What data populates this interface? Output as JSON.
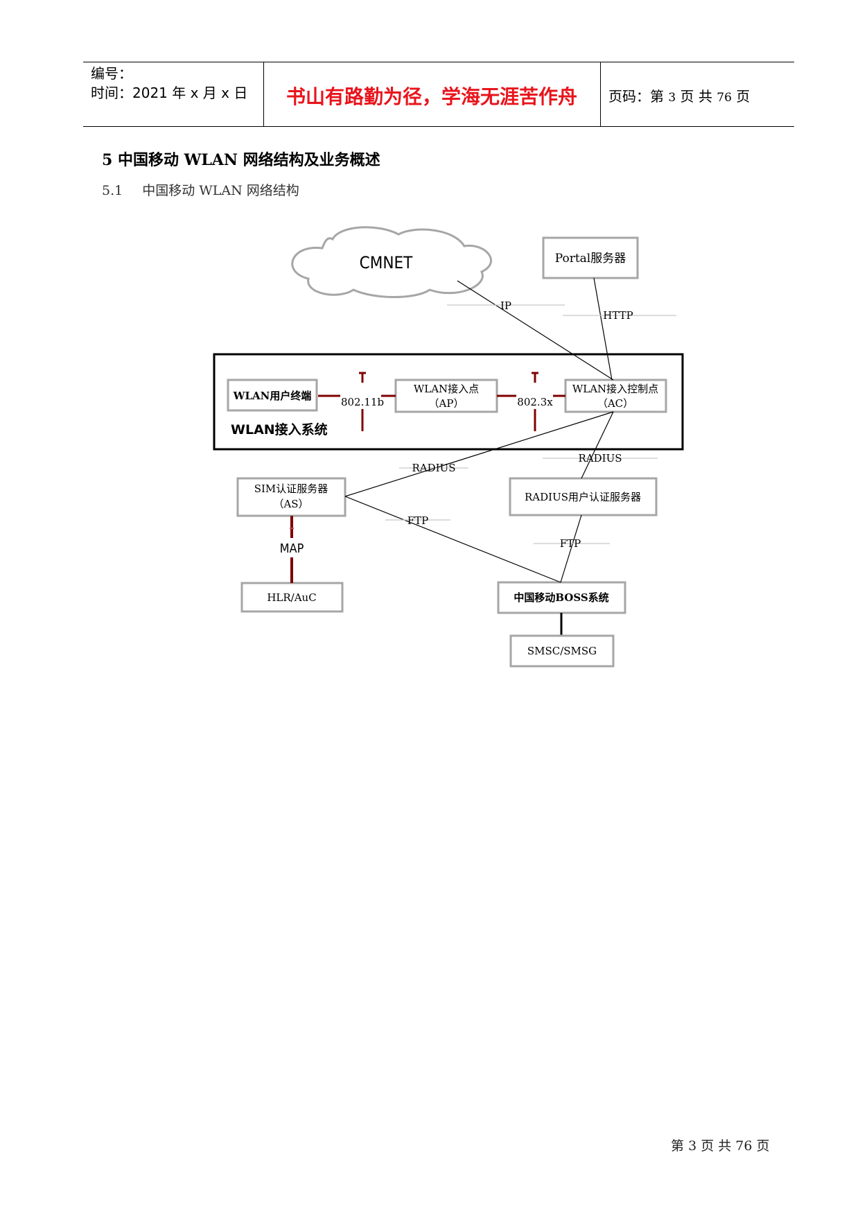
{
  "header": {
    "serial_label": "编号：",
    "time_label": "时间：2021 年 x 月 x 日",
    "motto": "书山有路勤为径，学海无涯苦作舟",
    "page_prefix": "页码：第",
    "page_current": "3",
    "page_mid": "页  共",
    "page_total": "76",
    "page_suffix": "页"
  },
  "section": {
    "title": "5 中国移动 WLAN 网络结构及业务概述",
    "sub_number": "5.1",
    "sub_title": "中国移动 WLAN 网络结构"
  },
  "diagram": {
    "nodes": {
      "cmnet": "CMNET",
      "portal": "Portal服务器",
      "wlan_terminal": "WLAN用户终端",
      "ap_line1": "WLAN接入点",
      "ap_line2": "（AP）",
      "ac_line1": "WLAN接入控制点",
      "ac_line2": "（AC）",
      "system": "WLAN接入系统",
      "sim_line1": "SIM认证服务器",
      "sim_line2": "（AS）",
      "radius_server": "RADIUS用户认证服务器",
      "hlr": "HLR/AuC",
      "boss": "中国移动BOSS系统",
      "smsc": "SMSC/SMSG"
    },
    "links": {
      "ip": "IP",
      "http": "HTTP",
      "w80211b": "802.11b",
      "w8023x": "802.3x",
      "radius_left": "RADIUS",
      "radius_right": "RADIUS",
      "ftp_left": "FTP",
      "ftp_right": "FTP",
      "map": "MAP"
    },
    "colors": {
      "box_border": "#a6a6a6",
      "link_dark_red": "#7f0000",
      "cloud_stroke": "#a6a6a6"
    }
  },
  "footer": {
    "prefix": "第",
    "current": "3",
    "mid": "页  共",
    "total": "76",
    "suffix": "页"
  }
}
